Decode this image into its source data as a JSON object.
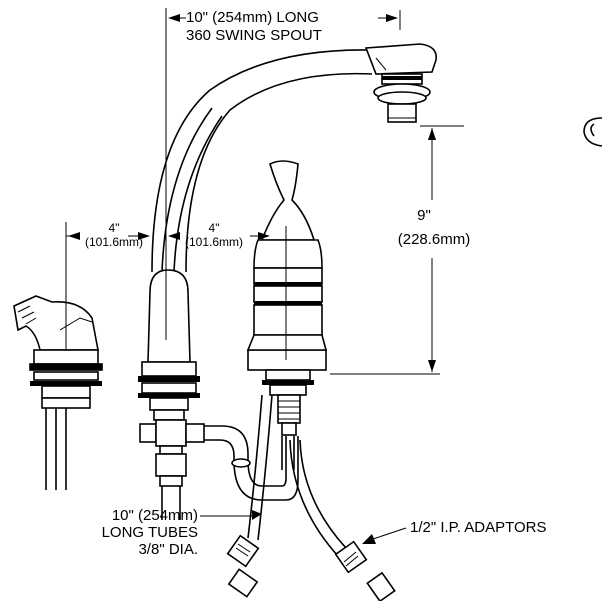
{
  "labels": {
    "spout_length_line1": "10\" (254mm) LONG",
    "spout_length_line2": "360  SWING SPOUT",
    "height_dim_line1": "9\"",
    "height_dim_line2": "(228.6mm)",
    "left_spacing_line1": "4\"",
    "left_spacing_line2": "(101.6mm)",
    "right_spacing_line1": "4\"",
    "right_spacing_line2": "(101.6mm)",
    "tubes_line1": "10\" (254mm)",
    "tubes_line2": "LONG TUBES",
    "tubes_line3": "3/8\" DIA.",
    "adaptors": "1/2\" I.P. ADAPTORS"
  }
}
